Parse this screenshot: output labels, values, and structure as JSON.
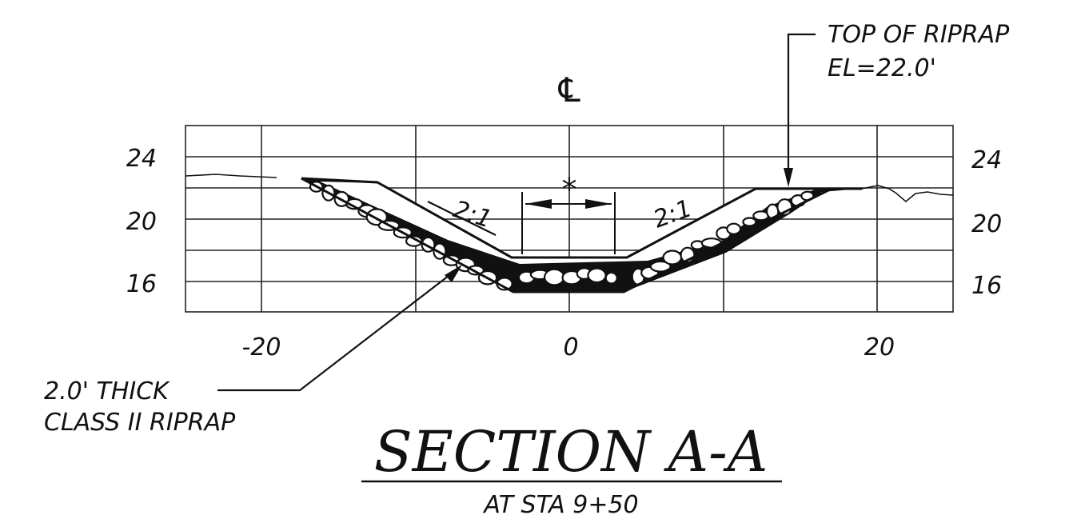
{
  "drawing": {
    "title": "SECTION A-A",
    "subtitle": "AT STA 9+50",
    "centerline_symbol": "℄",
    "y_tick_labels_left": [
      "24",
      "20",
      "16"
    ],
    "y_tick_labels_right": [
      "24",
      "20",
      "16"
    ],
    "x_tick_labels": [
      "-20",
      "0",
      "20"
    ],
    "callouts": {
      "top_of_riprap": {
        "line1": "TOP OF RIPRAP",
        "line2": "EL=22.0'"
      },
      "riprap_thickness": {
        "line1": "2.0' THICK",
        "line2": "CLASS II RIPRAP"
      }
    },
    "slope_labels": {
      "left": "2:1",
      "right": "2:1"
    },
    "bottom_width_marker": "*"
  },
  "section": {
    "top_of_riprap_elevation_ft": 22.0,
    "side_slope": "2:1",
    "riprap_thickness_ft": 2.0,
    "riprap_class": "II",
    "station": "9+50"
  },
  "colors": {
    "ink": "#111111",
    "paper": "#ffffff"
  }
}
